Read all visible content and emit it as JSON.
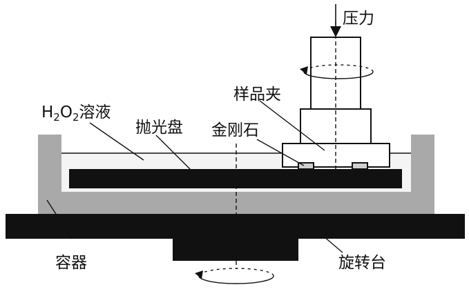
{
  "labels": {
    "pressure": "压力",
    "sample_holder": "样品夹",
    "h2o2_H": "H",
    "h2o2_2a": "2",
    "h2o2_O": "O",
    "h2o2_2b": "2",
    "h2o2_rest": "溶液",
    "polishing_disc": "抛光盘",
    "diamond": "金刚石",
    "container": "容器",
    "rotating_table": "旋转台"
  },
  "colors": {
    "black": "#111111",
    "container_gray": "#a9a9a9",
    "solution_fill": "#f4f4f4",
    "white": "#ffffff"
  }
}
